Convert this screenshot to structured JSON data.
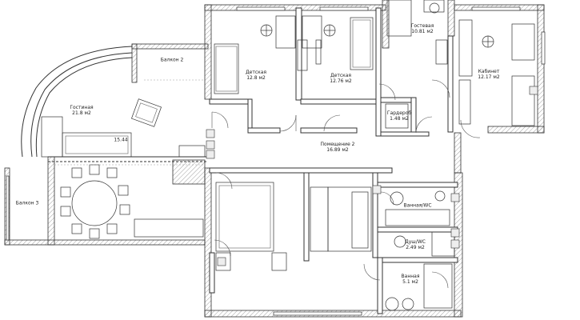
{
  "rooms": [
    {
      "id": "balcony2",
      "name": "Балкон 2",
      "area": ""
    },
    {
      "id": "living",
      "name": "Гостиная",
      "area": "21.8 м2"
    },
    {
      "id": "kids1",
      "name": "Детская",
      "area": "12.8 м2"
    },
    {
      "id": "kids2",
      "name": "Детская",
      "area": "12.76 м2"
    },
    {
      "id": "guest",
      "name": "Гостевая",
      "area": "10.81 м2"
    },
    {
      "id": "office",
      "name": "Кабинет",
      "area": "12.17 м2"
    },
    {
      "id": "wardrobe",
      "name": "Гардероб",
      "area": "1.48 м2"
    },
    {
      "id": "hall",
      "name": "Помещение 2",
      "area": "16.89 м2"
    },
    {
      "id": "kitchen",
      "name": "",
      "area": "15.44"
    },
    {
      "id": "balcony3",
      "name": "Балкон 3",
      "area": ""
    },
    {
      "id": "bath1",
      "name": "Ванная/WC",
      "area": ""
    },
    {
      "id": "shower",
      "name": "Душ/WC",
      "area": "2.49 м2"
    },
    {
      "id": "bath2",
      "name": "Ванная",
      "area": "5.1 м2"
    }
  ]
}
